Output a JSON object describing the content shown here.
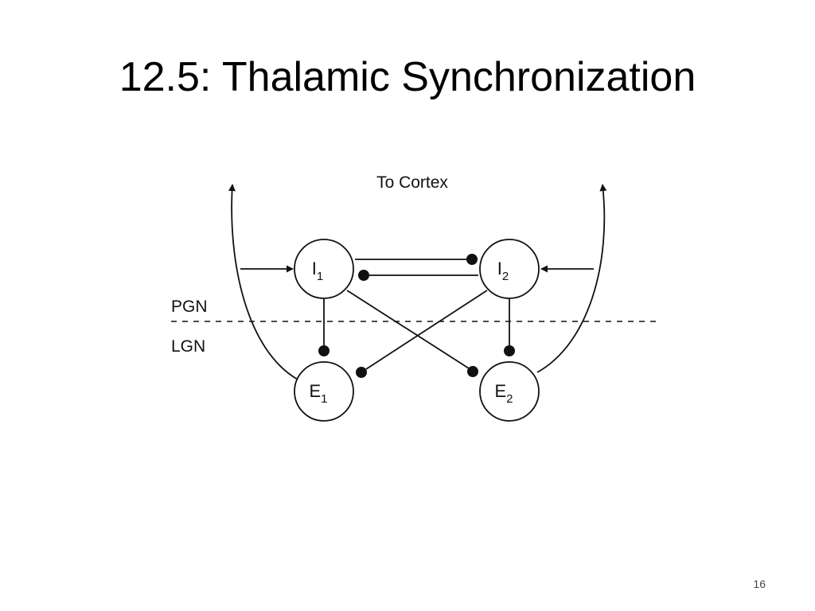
{
  "slide": {
    "title": "12.5: Thalamic Synchronization",
    "page_number": "16"
  },
  "diagram": {
    "top_label": "To Cortex",
    "layers": {
      "upper": "PGN",
      "lower": "LGN"
    },
    "nodes": {
      "i1": {
        "letter": "I",
        "sub": "1"
      },
      "i2": {
        "letter": "I",
        "sub": "2"
      },
      "e1": {
        "letter": "E",
        "sub": "1"
      },
      "e2": {
        "letter": "E",
        "sub": "2"
      }
    },
    "colors": {
      "ink": "#111111",
      "background": "#ffffff"
    }
  }
}
